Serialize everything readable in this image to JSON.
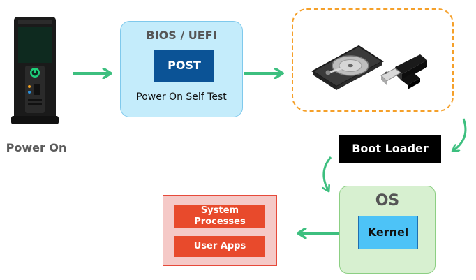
{
  "power": {
    "label": "Power On"
  },
  "bios": {
    "title": "BIOS / UEFI",
    "post": "POST",
    "post_full": "Power On Self Test"
  },
  "bootloader": {
    "label": "Boot Loader"
  },
  "os": {
    "title": "OS",
    "kernel": "Kernel"
  },
  "apps": {
    "system_processes": "System Processes",
    "user_apps": "User Apps"
  },
  "colors": {
    "arrow": "#3dbf7f",
    "bios_fill": "#c4ecfb",
    "post_fill": "#0b5396",
    "storage_border": "#f5a02a",
    "os_fill": "#d7f0d0",
    "kernel_fill": "#4dc3f7",
    "apps_fill": "#f5c9c7",
    "apps_item_fill": "#e84a2c"
  },
  "icons": [
    "server-tower-icon",
    "hard-drive-icon",
    "usb-drive-icon"
  ]
}
